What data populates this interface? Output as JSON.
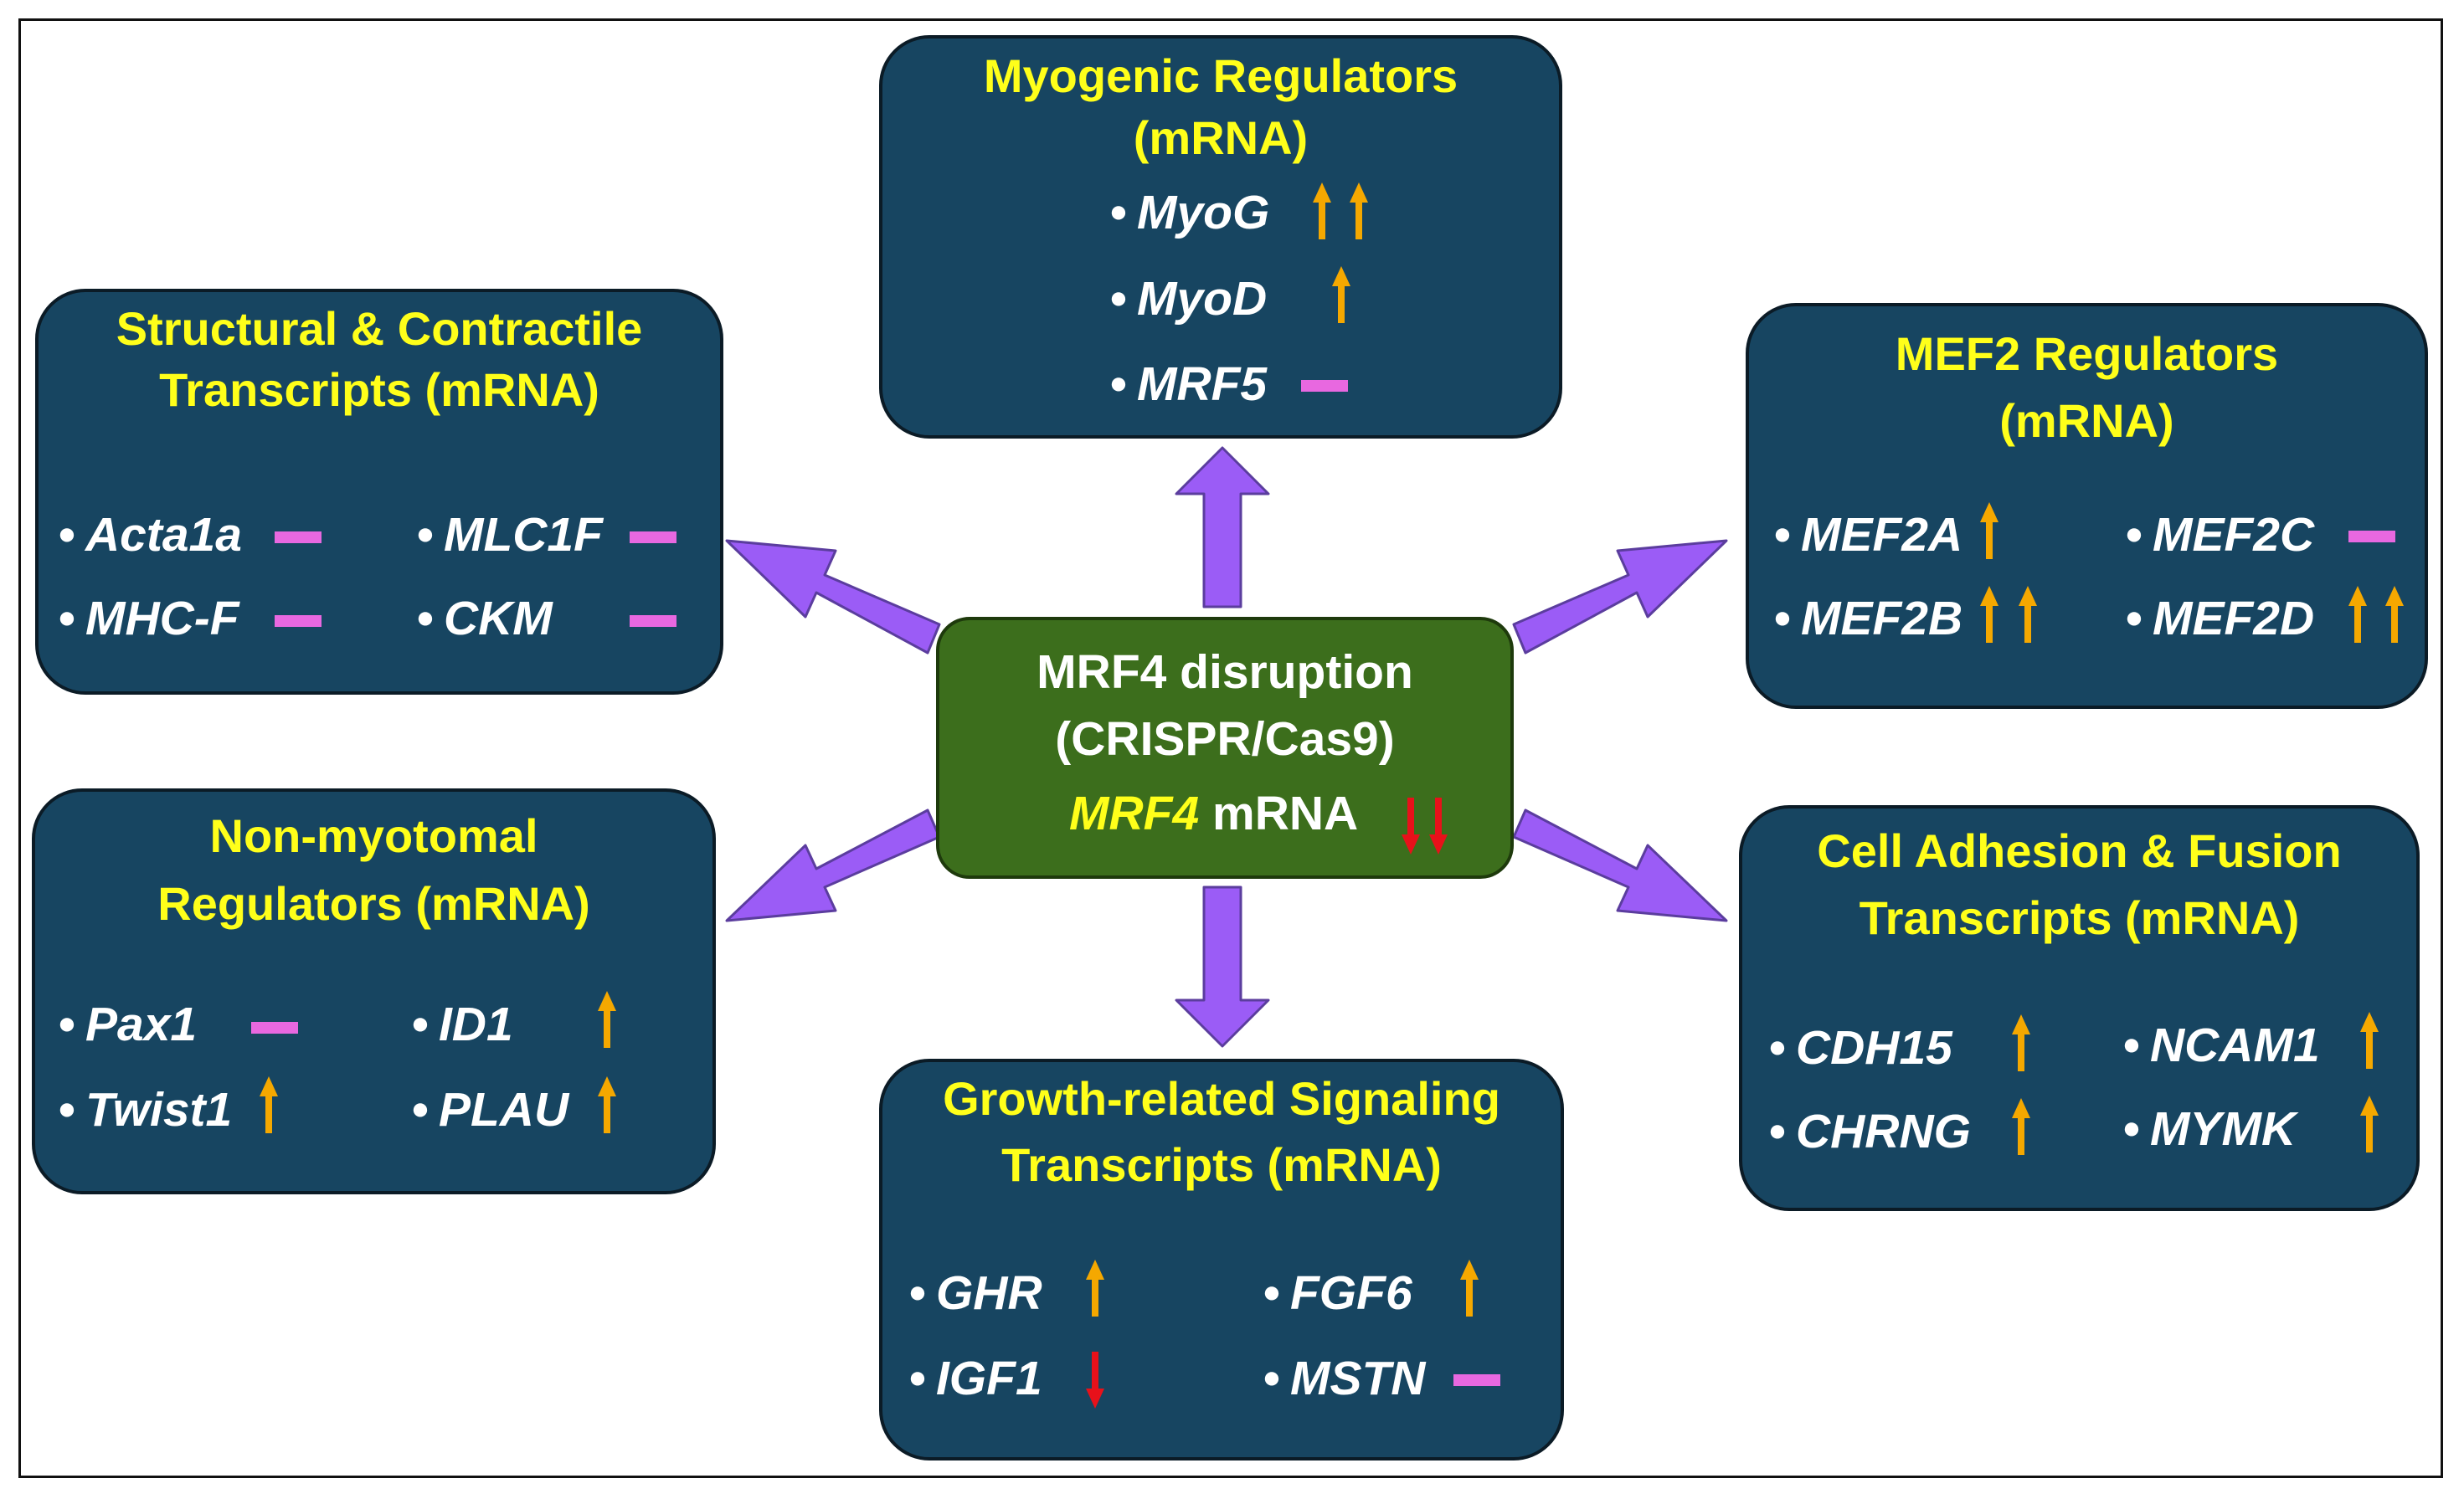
{
  "center": {
    "line1": "MRF4 disruption",
    "line2": "(CRISPR/Cas9)",
    "gene": "MRF4",
    "suffix": " mRNA"
  },
  "legend_marks": {
    "up": "up-arrow",
    "down": "down-arrow",
    "unchanged": "dash"
  },
  "colors": {
    "box_fill": "#174561",
    "center_fill": "#3c6e1c",
    "title": "#ffff1a",
    "arrow_up": "#f5a800",
    "arrow_down": "#e8111a",
    "unchanged": "#e868e0",
    "connector": "#9b5cf6"
  },
  "boxes": {
    "myogenic": {
      "title1": "Myogenic Regulators",
      "title2": "(mRNA)",
      "genes": [
        {
          "name": "MyoG",
          "change": "up",
          "count": 2
        },
        {
          "name": "MyoD",
          "change": "up",
          "count": 1
        },
        {
          "name": "MRF5",
          "change": "unchanged",
          "count": 1
        }
      ]
    },
    "structural": {
      "title1": "Structural & Contractile",
      "title2": "Transcripts (mRNA)",
      "genes": [
        {
          "name": "Acta1a",
          "change": "unchanged",
          "count": 1
        },
        {
          "name": "MLC1F",
          "change": "unchanged",
          "count": 1
        },
        {
          "name": "MHC-F",
          "change": "unchanged",
          "count": 1
        },
        {
          "name": "CKM",
          "change": "unchanged",
          "count": 1
        }
      ]
    },
    "mef2": {
      "title1": "MEF2 Regulators",
      "title2": "(mRNA)",
      "genes": [
        {
          "name": "MEF2A",
          "change": "up",
          "count": 1
        },
        {
          "name": "MEF2C",
          "change": "unchanged",
          "count": 1
        },
        {
          "name": "MEF2B",
          "change": "up",
          "count": 2
        },
        {
          "name": "MEF2D",
          "change": "up",
          "count": 2
        }
      ]
    },
    "nonmyotomal": {
      "title1": "Non-myotomal",
      "title2": "Regulators (mRNA)",
      "genes": [
        {
          "name": "Pax1",
          "change": "unchanged",
          "count": 1
        },
        {
          "name": "ID1",
          "change": "up",
          "count": 1
        },
        {
          "name": "Twist1",
          "change": "up",
          "count": 1
        },
        {
          "name": "PLAU",
          "change": "up",
          "count": 1
        }
      ]
    },
    "adhesion": {
      "title1": "Cell Adhesion & Fusion",
      "title2": "Transcripts (mRNA)",
      "genes": [
        {
          "name": "CDH15",
          "change": "up",
          "count": 1
        },
        {
          "name": "NCAM1",
          "change": "up",
          "count": 1
        },
        {
          "name": "CHRNG",
          "change": "up",
          "count": 1
        },
        {
          "name": "MYMK",
          "change": "up",
          "count": 1
        }
      ]
    },
    "growth": {
      "title1": "Growth-related Signaling",
      "title2": "Transcripts (mRNA)",
      "genes": [
        {
          "name": "GHR",
          "change": "up",
          "count": 1
        },
        {
          "name": "FGF6",
          "change": "up",
          "count": 1
        },
        {
          "name": "IGF1",
          "change": "down",
          "count": 1
        },
        {
          "name": "MSTN",
          "change": "unchanged",
          "count": 1
        }
      ]
    }
  }
}
